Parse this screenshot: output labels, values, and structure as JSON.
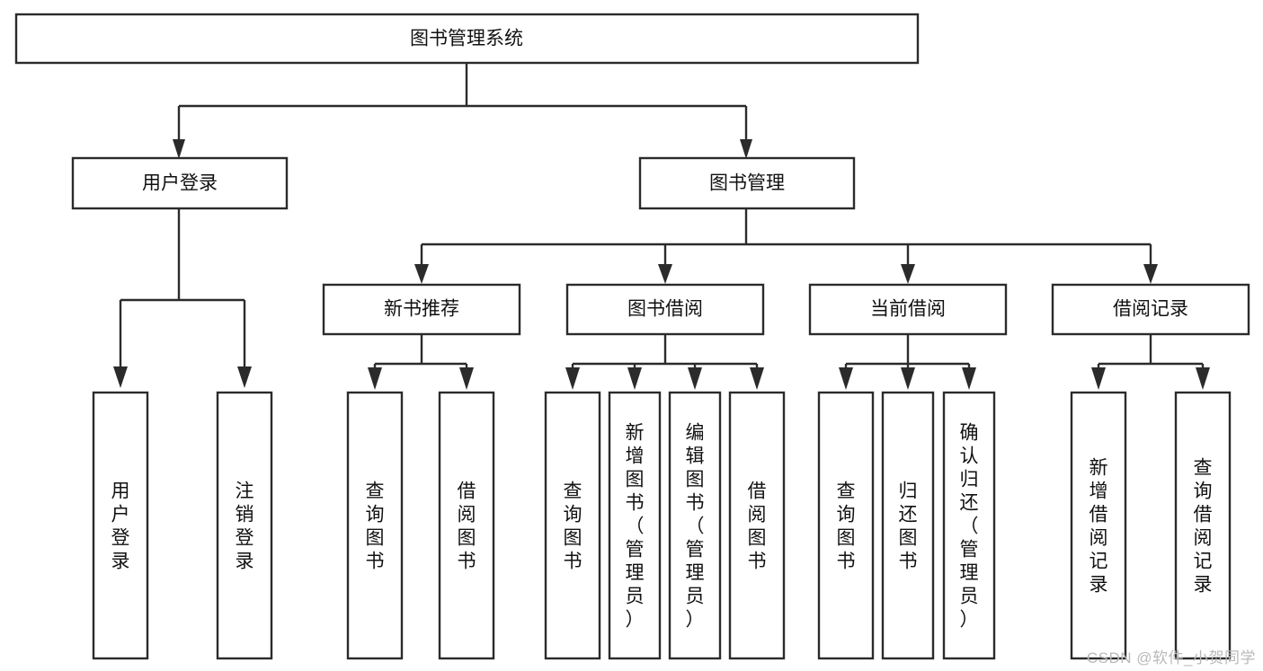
{
  "diagram": {
    "title": "图书管理系统",
    "type": "tree",
    "watermark": "CSDN @软件_小贺同学",
    "colors": {
      "box_fill": "#ffffff",
      "box_stroke": "#2b2b2b",
      "text": "#111111",
      "background": "#ffffff",
      "watermark": "#b9b9b9"
    },
    "levels": [
      {
        "level": 0,
        "nodes": [
          {
            "id": "root",
            "label": "图书管理系统",
            "orientation": "horizontal"
          }
        ]
      },
      {
        "level": 1,
        "nodes": [
          {
            "id": "user-login",
            "label": "用户登录",
            "orientation": "horizontal",
            "parent": "root"
          },
          {
            "id": "book-manage",
            "label": "图书管理",
            "orientation": "horizontal",
            "parent": "root"
          }
        ]
      },
      {
        "level": 2,
        "nodes": [
          {
            "id": "new-book-rec",
            "label": "新书推荐",
            "orientation": "horizontal",
            "parent": "book-manage"
          },
          {
            "id": "book-borrow",
            "label": "图书借阅",
            "orientation": "horizontal",
            "parent": "book-manage"
          },
          {
            "id": "current-borrow",
            "label": "当前借阅",
            "orientation": "horizontal",
            "parent": "book-manage"
          },
          {
            "id": "borrow-record",
            "label": "借阅记录",
            "orientation": "horizontal",
            "parent": "book-manage"
          }
        ]
      },
      {
        "level": 3,
        "nodes": [
          {
            "id": "leaf-user-login",
            "label": "用户登录",
            "orientation": "vertical",
            "parent": "user-login"
          },
          {
            "id": "leaf-logout-login",
            "label": "注销登录",
            "orientation": "vertical",
            "parent": "user-login"
          },
          {
            "id": "leaf-query-book-1",
            "label": "查询图书",
            "orientation": "vertical",
            "parent": "new-book-rec"
          },
          {
            "id": "leaf-borrow-book-1",
            "label": "借阅图书",
            "orientation": "vertical",
            "parent": "new-book-rec"
          },
          {
            "id": "leaf-query-book-2",
            "label": "查询图书",
            "orientation": "vertical",
            "parent": "book-borrow"
          },
          {
            "id": "leaf-add-book",
            "label": "新增图书（管理员）",
            "orientation": "vertical",
            "parent": "book-borrow"
          },
          {
            "id": "leaf-edit-book",
            "label": "编辑图书（管理员）",
            "orientation": "vertical",
            "parent": "book-borrow"
          },
          {
            "id": "leaf-borrow-book-2",
            "label": "借阅图书",
            "orientation": "vertical",
            "parent": "book-borrow"
          },
          {
            "id": "leaf-query-book-3",
            "label": "查询图书",
            "orientation": "vertical",
            "parent": "current-borrow"
          },
          {
            "id": "leaf-return-book",
            "label": "归还图书",
            "orientation": "vertical",
            "parent": "current-borrow"
          },
          {
            "id": "leaf-confirm-return",
            "label": "确认归还（管理员）",
            "orientation": "vertical",
            "parent": "current-borrow"
          },
          {
            "id": "leaf-add-record",
            "label": "新增借阅记录",
            "orientation": "vertical",
            "parent": "borrow-record"
          },
          {
            "id": "leaf-query-record",
            "label": "查询借阅记录",
            "orientation": "vertical",
            "parent": "borrow-record"
          }
        ]
      }
    ]
  }
}
